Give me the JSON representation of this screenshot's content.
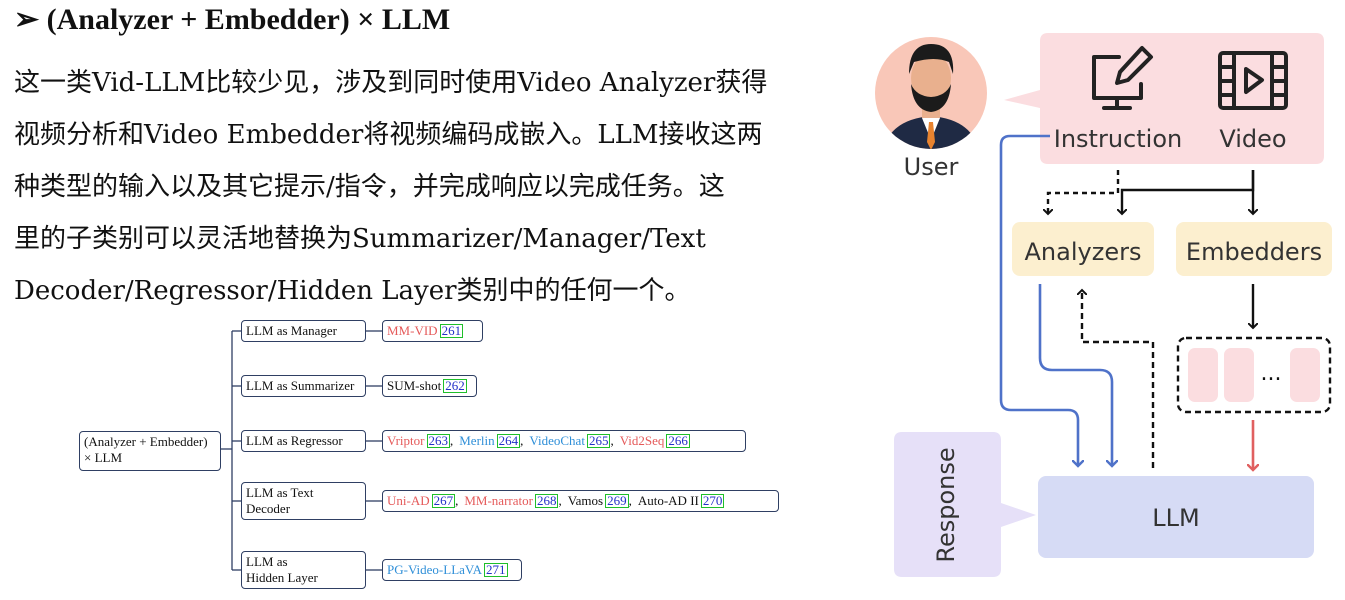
{
  "heading": "➢ (Analyzer + Embedder) × LLM",
  "paragraph": [
    "这一类Vid-LLM比较少见，涉及到同时使用Video Analyzer获得",
    "视频分析和Video Embedder将视频编码成嵌入。LLM接收这两",
    "种类型的输入以及其它提示/指令，并完成响应以完成任务。这",
    "里的子类别可以灵活地替换为Summarizer/Manager/Text",
    "Decoder/Regressor/Hidden Layer类别中的任何一个。"
  ],
  "tree": {
    "root": "(Analyzer + Embedder) × LLM",
    "branches": [
      {
        "label": "LLM as Manager",
        "items": [
          {
            "name": "MM-VID",
            "color": "red",
            "ref": "261"
          }
        ]
      },
      {
        "label": "LLM as Summarizer",
        "items": [
          {
            "name": "SUM-shot",
            "color": "black",
            "ref": "262"
          }
        ]
      },
      {
        "label": "LLM as Regressor",
        "items": [
          {
            "name": "Vriptor",
            "color": "red",
            "ref": "263"
          },
          {
            "name": "Merlin",
            "color": "blue",
            "ref": "264"
          },
          {
            "name": "VideoChat",
            "color": "blue",
            "ref": "265"
          },
          {
            "name": "Vid2Seq",
            "color": "red",
            "ref": "266"
          }
        ]
      },
      {
        "label": "LLM as Text Decoder",
        "items": [
          {
            "name": "Uni-AD",
            "color": "red",
            "ref": "267"
          },
          {
            "name": "MM-narrator",
            "color": "red",
            "ref": "268"
          },
          {
            "name": "Vamos",
            "color": "black",
            "ref": "269"
          },
          {
            "name": "Auto-AD II",
            "color": "black",
            "ref": "270"
          }
        ]
      },
      {
        "label": "LLM as Hidden Layer",
        "items": [
          {
            "name": "PG-Video-LLaVA",
            "color": "blue",
            "ref": "271"
          }
        ]
      }
    ]
  },
  "diagram": {
    "user_label": "User",
    "instruction_label": "Instruction",
    "video_label": "Video",
    "analyzers_label": "Analyzers",
    "embedders_label": "Embedders",
    "ellipsis": "...",
    "llm_label": "LLM",
    "response_label": "Response",
    "colors": {
      "pink_panel": "#fbdde0",
      "yellow_box": "#fcefcf",
      "llm_box": "#d6dbf5",
      "response_panel": "#e6e0f8",
      "blue_arrow": "#4f72c9",
      "red_arrow": "#e06060"
    }
  }
}
